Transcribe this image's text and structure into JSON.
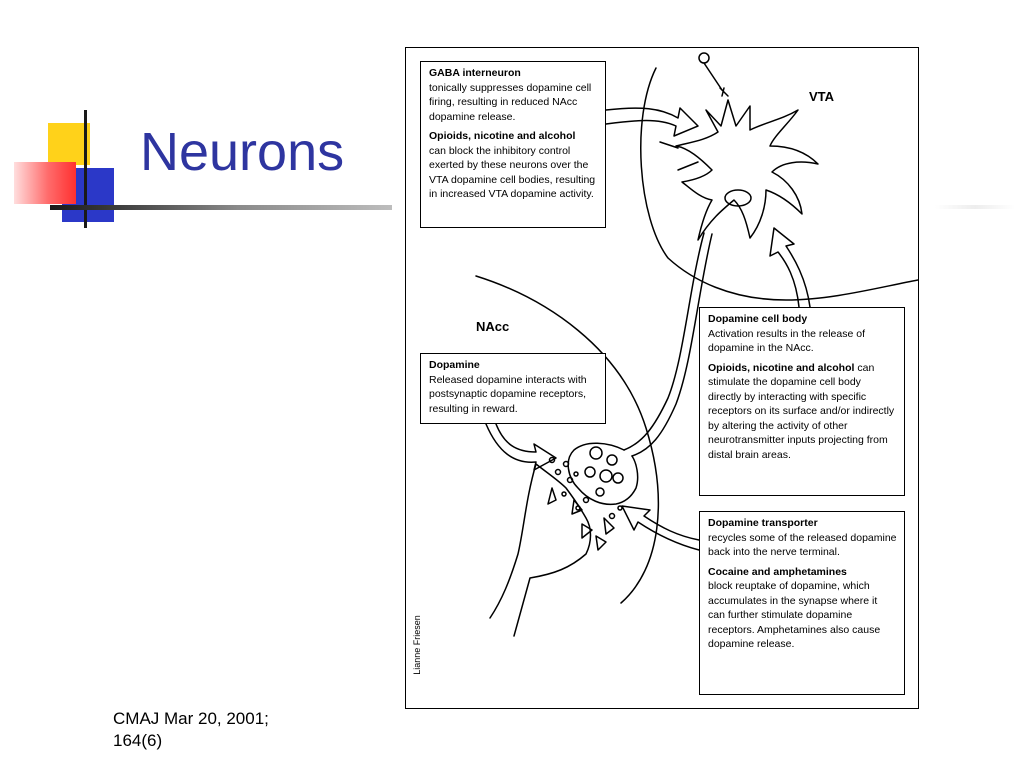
{
  "slide": {
    "title": "Neurons",
    "citation_line1": "CMAJ Mar 20, 2001;",
    "citation_line2": "164(6)"
  },
  "figure": {
    "label_vta": "VTA",
    "label_nacc": "NAcc",
    "credit": "Lianne Friesen",
    "gaba_box": {
      "heading1": "GABA interneuron",
      "text1": "tonically suppresses dopamine cell firing, resulting in reduced NAcc dopamine release.",
      "heading2": "Opioids, nicotine and alcohol",
      "text2": "can block the inhibitory control exerted by these neurons over the VTA dopamine cell bodies, resulting in increased VTA dopamine activity."
    },
    "dopamine_box": {
      "heading": "Dopamine",
      "text": "Released dopamine interacts with postsynaptic dopamine receptors, resulting in reward."
    },
    "cellbody_box": {
      "heading1": "Dopamine cell body",
      "text1": "Activation results in the release of dopamine in the NAcc.",
      "heading2": "Opioids, nicotine and alcohol",
      "text2": "can stimulate the dopamine cell body directly by interacting with specific receptors on its surface and/or indirectly by altering the activity of other neurotransmitter inputs projecting from distal brain areas."
    },
    "transporter_box": {
      "heading1": "Dopamine transporter",
      "text1": "recycles some of the released dopamine back into the nerve terminal.",
      "heading2": "Cocaine and amphetamines",
      "text2": "block reuptake of dopamine, which accumulates in the synapse where it can further stimulate dopamine receptors. Amphetamines also cause dopamine release."
    }
  }
}
